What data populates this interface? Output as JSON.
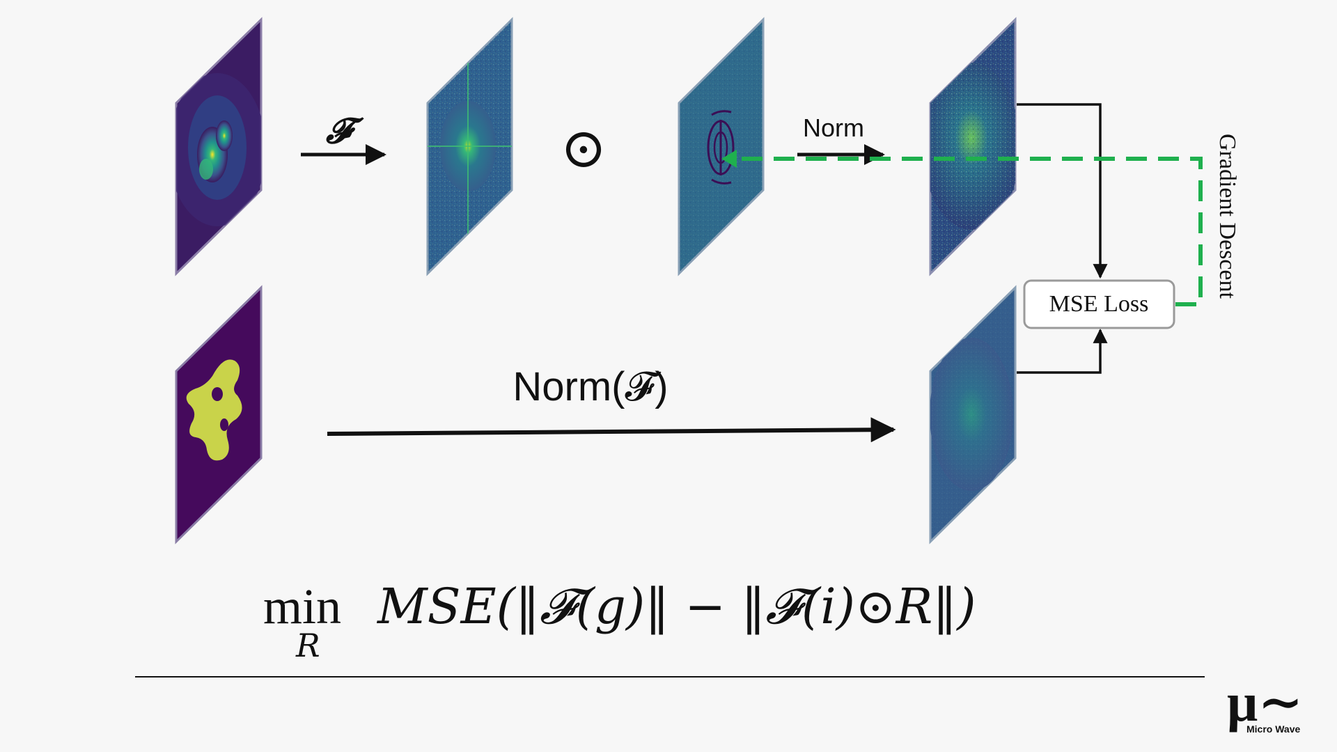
{
  "labels": {
    "fourier_symbol": "𝓕",
    "hadamard_symbol": "⊙",
    "norm_label": "Norm",
    "norm_fourier_label": "Norm(𝓕)",
    "mse_loss": "MSE Loss",
    "gradient_descent": "Gradient Descent"
  },
  "formula": {
    "op": "min",
    "subscript": "R",
    "body": "MSE(‖𝓕(g)‖ − ‖𝓕(i)⊙R‖)"
  },
  "logo": {
    "symbol": "μ∼",
    "text": "Micro Wave"
  },
  "colors": {
    "background": "#f7f7f7",
    "arrow": "#111111",
    "gradient_dash": "#1fb04e",
    "box_border": "#9a9a9a",
    "viridis_dark": "#440154",
    "viridis_mid": "#31688e",
    "viridis_teal": "#21918c",
    "viridis_green": "#35b779",
    "viridis_yellow": "#fde725",
    "mask_yellow": "#c9d34a"
  }
}
